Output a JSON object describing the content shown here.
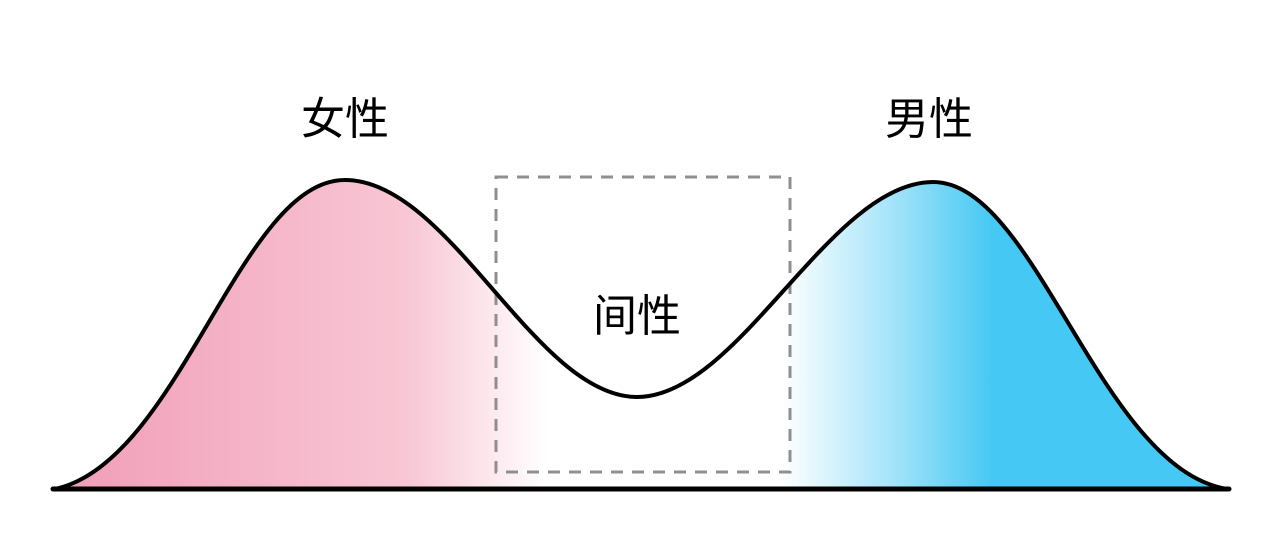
{
  "diagram": {
    "title": "bimodal-sex-distribution",
    "labels": {
      "female": "女性",
      "male": "男性",
      "intersex": "间性"
    }
  },
  "colors": {
    "pink_strong": "#F19DB7",
    "pink_light": "#F8C6D4",
    "white": "#FFFFFF",
    "cyan_light": "#A9E5FA",
    "cyan_strong": "#45C8F3",
    "curve_stroke": "#000000",
    "dashed_box": "#8f8f8f"
  }
}
